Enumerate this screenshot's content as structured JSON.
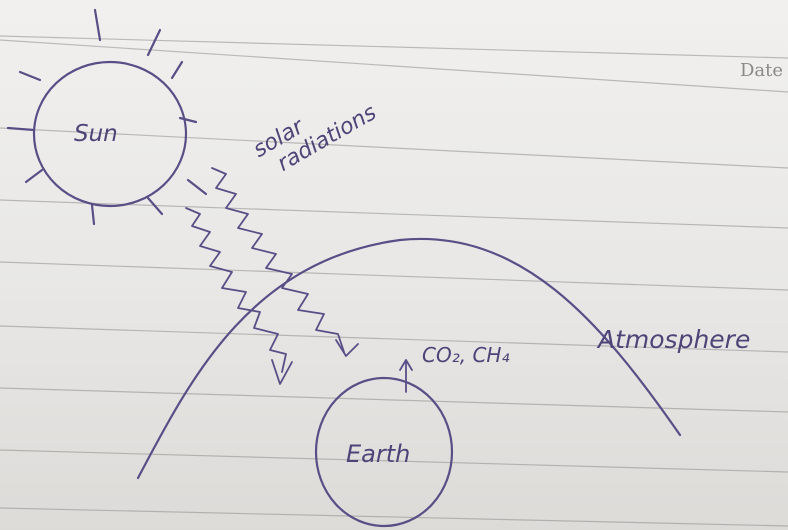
{
  "header": {
    "date_label": "Date"
  },
  "diagram": {
    "sun_label": "Sun",
    "radiation_label_line1": "solar",
    "radiation_label_line2": "radiations",
    "atmosphere_label": "Atmosphere",
    "earth_label": "Earth",
    "gases_label": "CO₂, CH₄"
  },
  "colors": {
    "ink": "#5a4e86",
    "paper": "#ecebe9",
    "rule": "#8f8e8c"
  }
}
